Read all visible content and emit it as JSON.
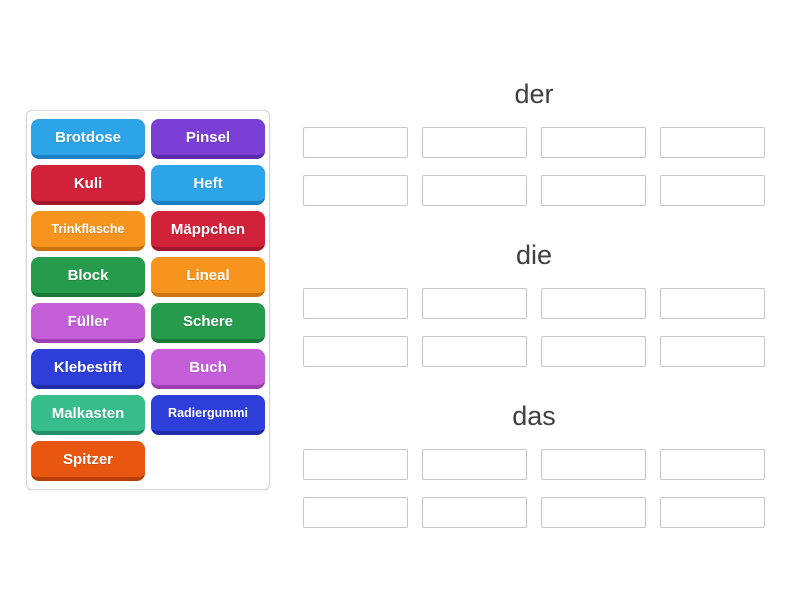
{
  "page": {
    "background": "#ffffff"
  },
  "word_bank": {
    "tiles": [
      {
        "label": "Brotdose",
        "color": "#2ea4e8",
        "border_color": "#1b7fc4"
      },
      {
        "label": "Pinsel",
        "color": "#7a3fd4",
        "border_color": "#5c2aab"
      },
      {
        "label": "Kuli",
        "color": "#d12239",
        "border_color": "#a3152a"
      },
      {
        "label": "Heft",
        "color": "#2ea4e8",
        "border_color": "#1b7fc4"
      },
      {
        "label": "Trinkflasche",
        "color": "#f7941e",
        "border_color": "#cc7210"
      },
      {
        "label": "Mäppchen",
        "color": "#d12239",
        "border_color": "#a3152a"
      },
      {
        "label": "Block",
        "color": "#279b4c",
        "border_color": "#187a37"
      },
      {
        "label": "Lineal",
        "color": "#f7941e",
        "border_color": "#cc7210"
      },
      {
        "label": "Füller",
        "color": "#c45fd9",
        "border_color": "#9b3fb0"
      },
      {
        "label": "Schere",
        "color": "#279b4c",
        "border_color": "#187a37"
      },
      {
        "label": "Klebestift",
        "color": "#2e3fd9",
        "border_color": "#1f2ba8"
      },
      {
        "label": "Buch",
        "color": "#c45fd9",
        "border_color": "#9b3fb0"
      },
      {
        "label": "Malkasten",
        "color": "#37bd8c",
        "border_color": "#219168"
      },
      {
        "label": "Radiergummi",
        "color": "#2e3fd9",
        "border_color": "#1f2ba8"
      },
      {
        "label": "Spitzer",
        "color": "#e9560f",
        "border_color": "#b83f08"
      }
    ]
  },
  "groups": [
    {
      "label": "der",
      "slots": 8
    },
    {
      "label": "die",
      "slots": 8
    },
    {
      "label": "das",
      "slots": 8
    }
  ],
  "colors": {
    "header_text": "#404040",
    "slot_border": "#c6c6c6",
    "panel_border": "#d6d6d6"
  }
}
